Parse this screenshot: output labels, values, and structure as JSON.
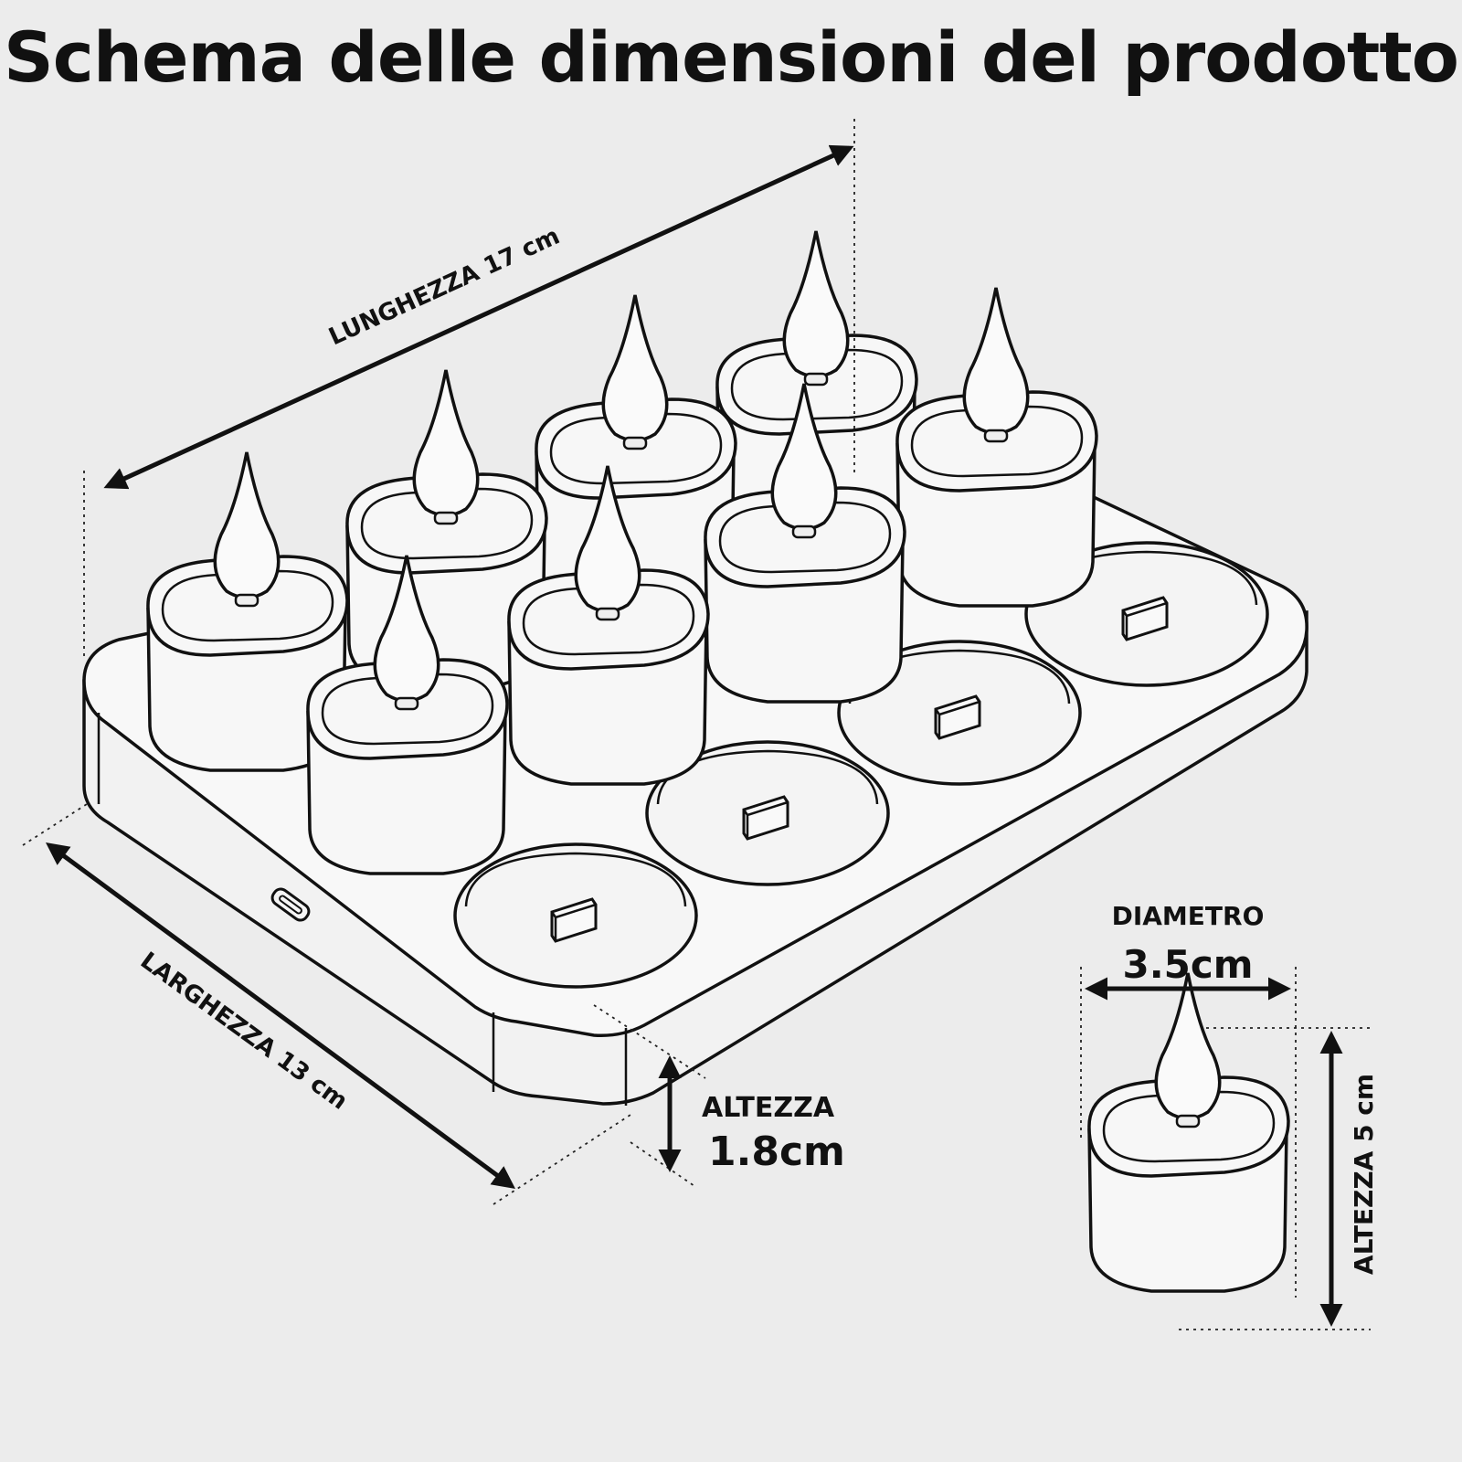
{
  "title": "Schema delle dimensioni del prodotto",
  "dimensions": {
    "length": "LUNGHEZZA 17 cm",
    "width": "LARGHEZZA 13 cm",
    "tray_height_label": "ALTEZZA",
    "tray_height_value": "1.8cm",
    "diameter_label": "DIAMETRO",
    "diameter_value": "3.5cm",
    "candle_height": "ALTEZZA 5 cm"
  }
}
